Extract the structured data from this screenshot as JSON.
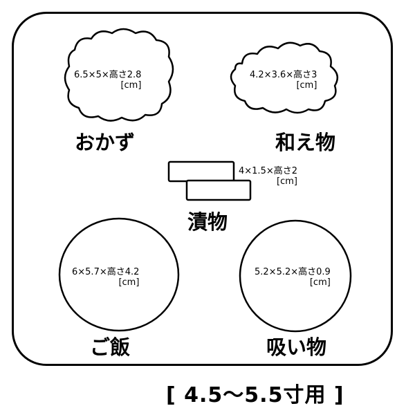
{
  "dishes": {
    "okazu": {
      "label": "おかず",
      "size": "6.5×5×高さ2.8",
      "unit": "[cm]"
    },
    "aemono": {
      "label": "和え物",
      "size": "4.2×3.6×高さ3",
      "unit": "[cm]"
    },
    "tsukemono": {
      "label": "漬物",
      "size": "4×1.5×高さ2",
      "unit": "[cm]"
    },
    "gohan": {
      "label": "ご飯",
      "size": "6×5.7×高さ4.2",
      "unit": "[cm]"
    },
    "suimono": {
      "label": "吸い物",
      "size": "5.2×5.2×高さ0.9",
      "unit": "[cm]"
    }
  },
  "footer": {
    "text": "[ 4.5～5.5寸用 ]"
  }
}
